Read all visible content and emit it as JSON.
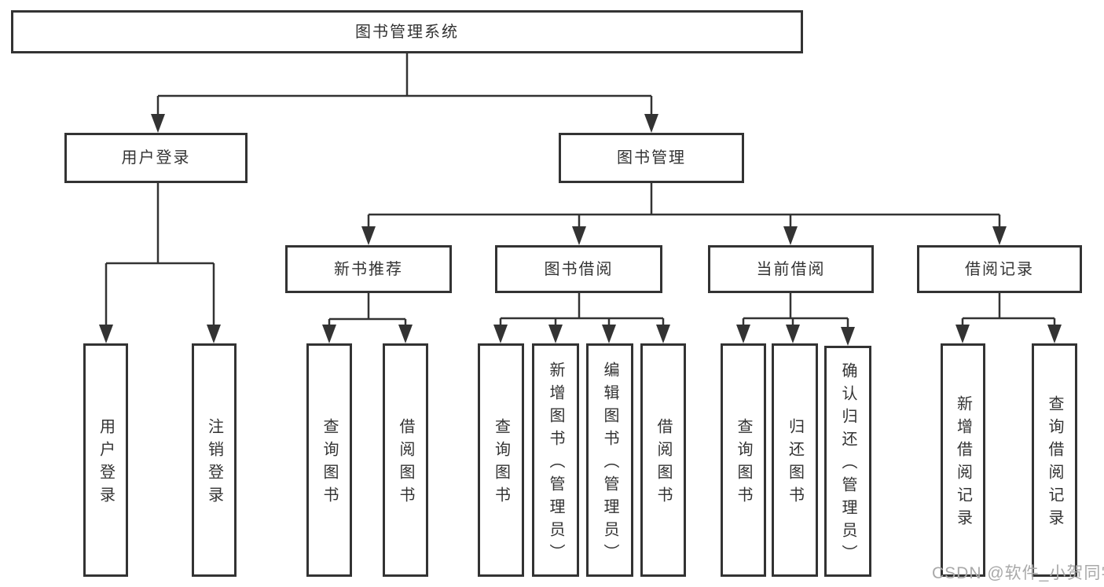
{
  "colors": {
    "line": "#333333",
    "text": "#333333",
    "background": "#ffffff",
    "watermark": "#a9a9a9"
  },
  "tree": {
    "root": {
      "label": "图书管理系统"
    },
    "level2": [
      {
        "label": "用户登录"
      },
      {
        "label": "图书管理"
      }
    ],
    "level3": [
      {
        "label": "新书推荐"
      },
      {
        "label": "图书借阅"
      },
      {
        "label": "当前借阅"
      },
      {
        "label": "借阅记录"
      }
    ],
    "leaves": [
      {
        "label": "用户登录",
        "parent": "用户登录"
      },
      {
        "label": "注销登录",
        "parent": "用户登录"
      },
      {
        "label": "查询图书",
        "parent": "新书推荐"
      },
      {
        "label": "借阅图书",
        "parent": "新书推荐"
      },
      {
        "label": "查询图书",
        "parent": "图书借阅"
      },
      {
        "label": "新增图书（管理员）",
        "parent": "图书借阅"
      },
      {
        "label": "编辑图书（管理员）",
        "parent": "图书借阅"
      },
      {
        "label": "借阅图书",
        "parent": "图书借阅"
      },
      {
        "label": "查询图书",
        "parent": "当前借阅"
      },
      {
        "label": "归还图书",
        "parent": "当前借阅"
      },
      {
        "label": "确认归还（管理员）",
        "parent": "当前借阅"
      },
      {
        "label": "新增借阅记录",
        "parent": "借阅记录"
      },
      {
        "label": "查询借阅记录",
        "parent": "借阅记录"
      }
    ]
  },
  "watermark": {
    "text": "CSDN @软件_小贺同学"
  }
}
